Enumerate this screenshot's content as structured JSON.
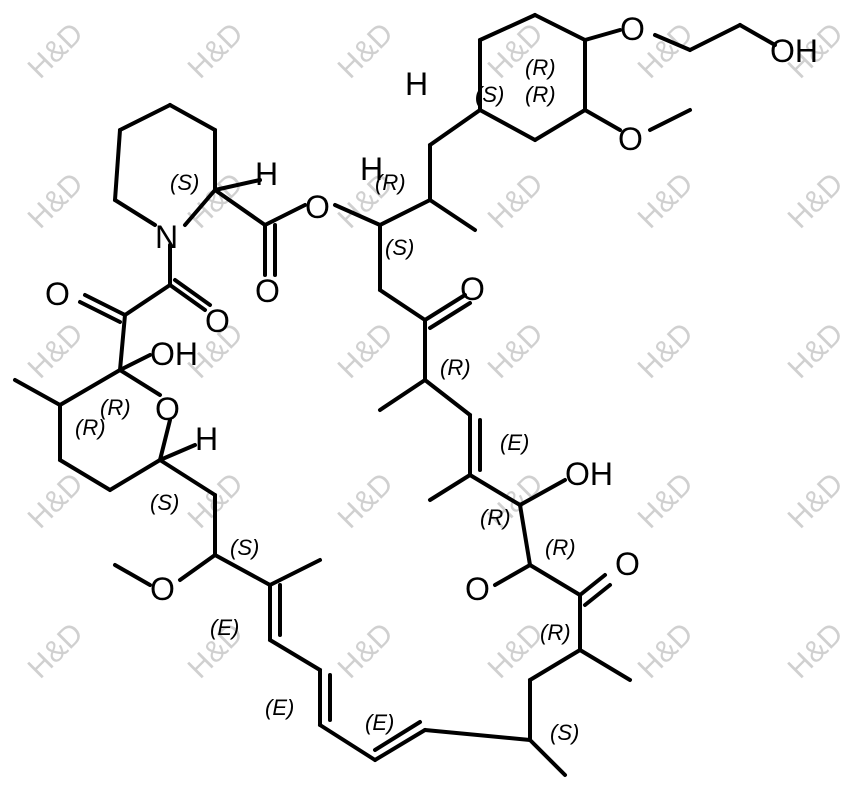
{
  "watermark": {
    "text": "H&D"
  },
  "atoms": {
    "oh_top": "OH",
    "h_top": "H",
    "o_ether1": "O",
    "o_methoxy_top": "O",
    "h_pip": "H",
    "n_pip": "N",
    "o_ester": "O",
    "o_carbonyl1": "O",
    "h_ester": "H",
    "o_dione1": "O",
    "o_dione2": "O",
    "o_ketone1": "O",
    "oh_hemi": "OH",
    "o_pyran": "O",
    "h_pyran": "H",
    "oh_mid": "OH",
    "o_ketone2": "O",
    "o_methoxy_left": "O",
    "o_methoxy_right": "O"
  },
  "stereo": {
    "s1": "(R)",
    "s2": "(S)",
    "s3": "(R)",
    "s4": "(S)",
    "s5": "(R)",
    "s6": "(S)",
    "s7": "(R)",
    "s8": "(R)",
    "s9": "(R)",
    "s10": "(E)",
    "s11": "(S)",
    "s12": "(R)",
    "s13": "(R)",
    "s14": "(S)",
    "s15": "(E)",
    "s16": "(R)",
    "s17": "(E)",
    "s18": "(E)",
    "s19": "(S)"
  }
}
